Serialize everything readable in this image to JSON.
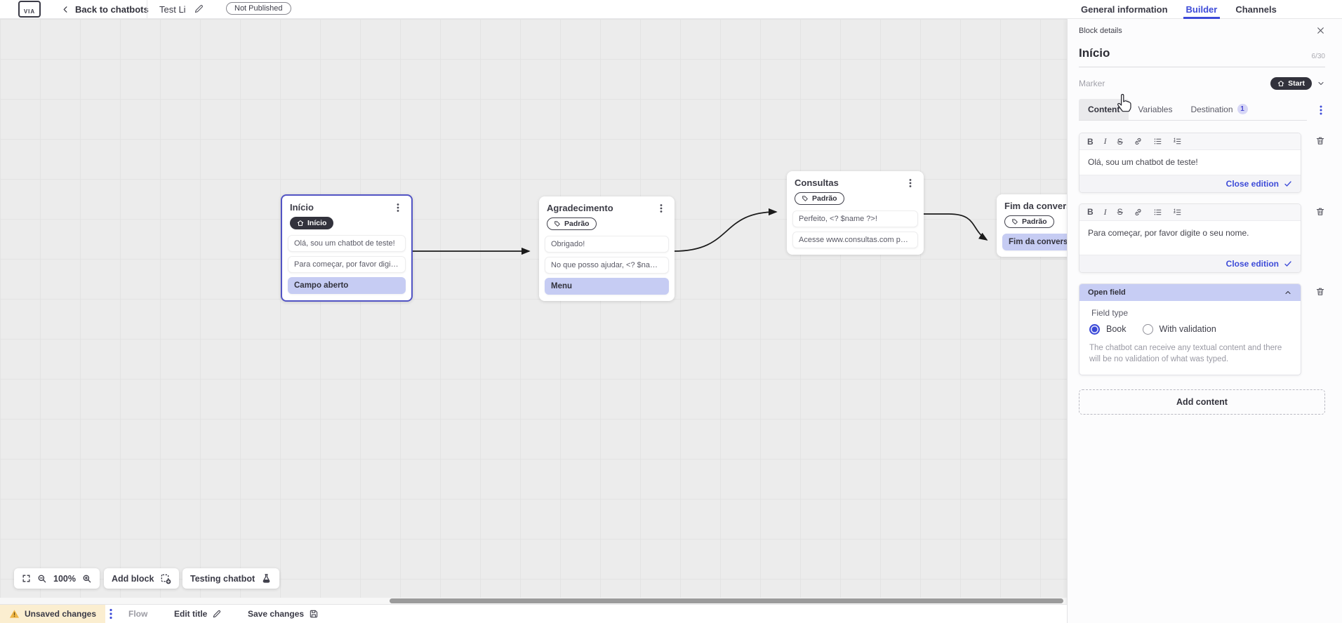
{
  "colors": {
    "accent_blue": "#3d4bd8",
    "highlight_purple": "#c7cdf4",
    "selected_block_border": "#5254c4",
    "dark_badge": "#32323c",
    "unsaved_bg": "#fbeed0",
    "warning_icon": "#efb544",
    "wire_color": "#1a1a1a"
  },
  "topbar": {
    "logo_text": "VIA",
    "back_label": "Back to chatbots",
    "chatbot_title": "Test Li",
    "status_badge": "Not Published",
    "nav_tabs": [
      {
        "label": "General information",
        "active": false
      },
      {
        "label": "Builder",
        "active": true
      },
      {
        "label": "Channels",
        "active": false
      }
    ]
  },
  "canvas": {
    "blocks": [
      {
        "title": "Início",
        "marker": "Início",
        "items": [
          {
            "text": "Olá, sou um chatbot de teste!",
            "highlight": false
          },
          {
            "text": "Para começar, por favor digite o ...",
            "highlight": false
          },
          {
            "text": "Campo aberto",
            "highlight": true
          }
        ]
      },
      {
        "title": "Agradecimento",
        "marker": "Padrão",
        "items": [
          {
            "text": "Obrigado!",
            "highlight": false
          },
          {
            "text": "No que posso ajudar, <? $name ...",
            "highlight": false
          },
          {
            "text": "Menu",
            "highlight": true
          }
        ]
      },
      {
        "title": "Consultas",
        "marker": "Padrão",
        "items": [
          {
            "text": "Perfeito, <? $name ?>!",
            "highlight": false
          },
          {
            "text": "Acesse www.consultas.com par...",
            "highlight": false
          }
        ]
      },
      {
        "title": "Fim da conversa",
        "marker": "Padrão",
        "items": [
          {
            "text": "Fim da conversa",
            "highlight": true
          }
        ]
      }
    ],
    "controls": {
      "zoom_level": "100%",
      "add_block_label": "Add block",
      "testing_label": "Testing chatbot"
    }
  },
  "panel": {
    "header": "Block details",
    "name_value": "Início",
    "name_counter": "6/30",
    "marker_label": "Marker",
    "marker_value": "Start",
    "tabs": [
      {
        "label": "Content",
        "active": true
      },
      {
        "label": "Variables",
        "active": false
      },
      {
        "label": "Destination",
        "badge": "1",
        "active": false
      }
    ],
    "toolbar": {
      "bold": "B",
      "italic": "I",
      "strike": "S"
    },
    "editors": [
      {
        "text": "Olá, sou um chatbot de teste!",
        "close_label": "Close edition"
      },
      {
        "text": "Para começar, por favor digite o seu nome.",
        "close_label": "Close edition"
      }
    ],
    "open_field": {
      "title": "Open field",
      "field_type_label": "Field type",
      "option_book": "Book",
      "option_validation": "With validation",
      "description": "The chatbot can receive any textual content and there will be no validation of what was typed."
    },
    "add_content_label": "Add content"
  },
  "statusbar": {
    "unsaved_label": "Unsaved changes",
    "flow_label": "Flow",
    "edit_title_label": "Edit title",
    "save_label": "Save changes"
  }
}
